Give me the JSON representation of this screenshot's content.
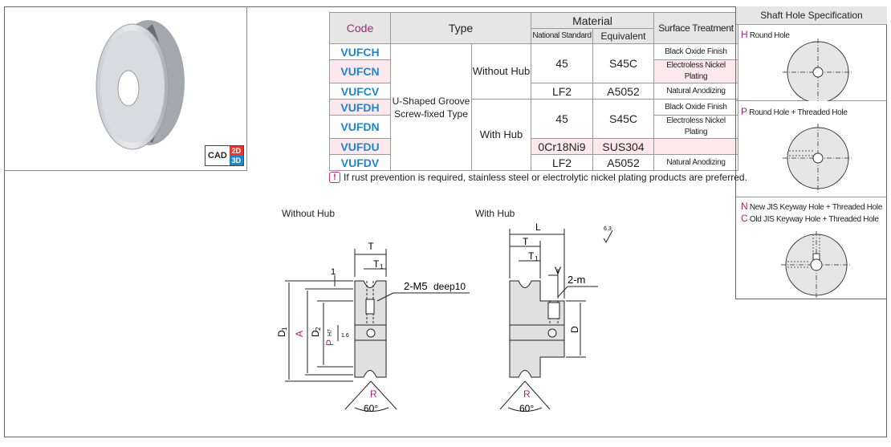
{
  "cad": {
    "label": "CAD",
    "two_d": "2D",
    "three_d": "3D",
    "two_d_color": "#e53935",
    "three_d_color": "#1f86c8"
  },
  "table": {
    "headers": {
      "code": "Code",
      "type": "Type",
      "material": "Material",
      "national_standard": "National Standard",
      "equivalent": "Equivalent",
      "surface_treatment": "Surface Treatment"
    },
    "type_main": "U-Shaped Groove Screw-fixed Type",
    "hub_without": "Without Hub",
    "hub_with": "With Hub",
    "rows": [
      {
        "code": "VUFCH",
        "national": "45",
        "equivalent": "S45C",
        "surface": "Black Oxide Finish"
      },
      {
        "code": "VUFCN",
        "national": "",
        "equivalent": "",
        "surface": "Electroless Nickel Plating"
      },
      {
        "code": "VUFCV",
        "national": "LF2",
        "equivalent": "A5052",
        "surface": "Natural Anodizing"
      },
      {
        "code": "VUFDH",
        "national": "45",
        "equivalent": "S45C",
        "surface": "Black Oxide Finish"
      },
      {
        "code": "VUFDN",
        "national": "",
        "equivalent": "",
        "surface": "Electroless Nickel Plating"
      },
      {
        "code": "VUFDU",
        "national": "0Cr18Ni9",
        "equivalent": "SUS304",
        "surface": ""
      },
      {
        "code": "VUFDV",
        "national": "LF2",
        "equivalent": "A5052",
        "surface": "Natural Anodizing"
      }
    ]
  },
  "note": {
    "icon": "!",
    "text": "If rust prevention is required, stainless steel or electrolytic nickel plating products are preferred."
  },
  "shaft": {
    "title": "Shaft Hole Specification",
    "h": {
      "letter": "H",
      "text": "Round Hole"
    },
    "p": {
      "letter": "P",
      "text": "Round Hole + Threaded Hole"
    },
    "n": {
      "letter": "N",
      "text": "New JIS Keyway Hole + Threaded Hole"
    },
    "c": {
      "letter": "C",
      "text": "Old JIS Keyway Hole + Threaded Hole"
    }
  },
  "drawings": {
    "without_hub": {
      "title": "Without Hub",
      "T": "T",
      "T1": "T",
      "T1_sub": "1",
      "one": "1",
      "screw": "2-M5",
      "deep": "deep10",
      "D1": "D",
      "D1_sub": "1",
      "A": "A",
      "D2": "D",
      "D2_sub": "2",
      "P": "P",
      "P_sup": "H7",
      "roughness_small": "1.6",
      "R": "R",
      "angle": "60°"
    },
    "with_hub": {
      "title": "With Hub",
      "L": "L",
      "T": "T",
      "T1": "T",
      "T1_sub": "1",
      "V": "V",
      "screw": "2-m",
      "D": "D",
      "R": "R",
      "angle": "60°",
      "roughness": "6.3"
    }
  }
}
